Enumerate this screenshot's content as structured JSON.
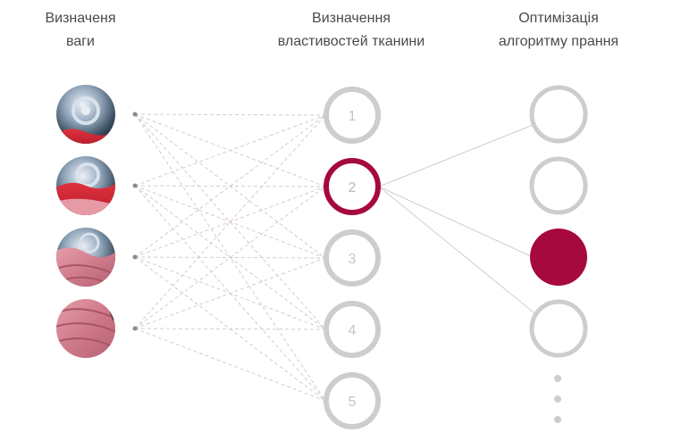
{
  "headings": {
    "weight": [
      "Визначеня",
      "ваги"
    ],
    "fabric": [
      "Визначення",
      "властивостей тканини"
    ],
    "optimization": [
      "Оптимізація",
      "алгоритму прання"
    ]
  },
  "fabric_nodes": [
    "1",
    "2",
    "3",
    "4",
    "5"
  ],
  "active_fabric_node": "2",
  "active_output_node": 3,
  "weight_images": [
    "drum-empty-icon",
    "drum-low-load-icon",
    "drum-half-load-icon",
    "drum-full-load-icon"
  ],
  "colors": {
    "accent": "#a6093d",
    "ring": "#cdcdcd",
    "text": "#4a4a4a"
  }
}
